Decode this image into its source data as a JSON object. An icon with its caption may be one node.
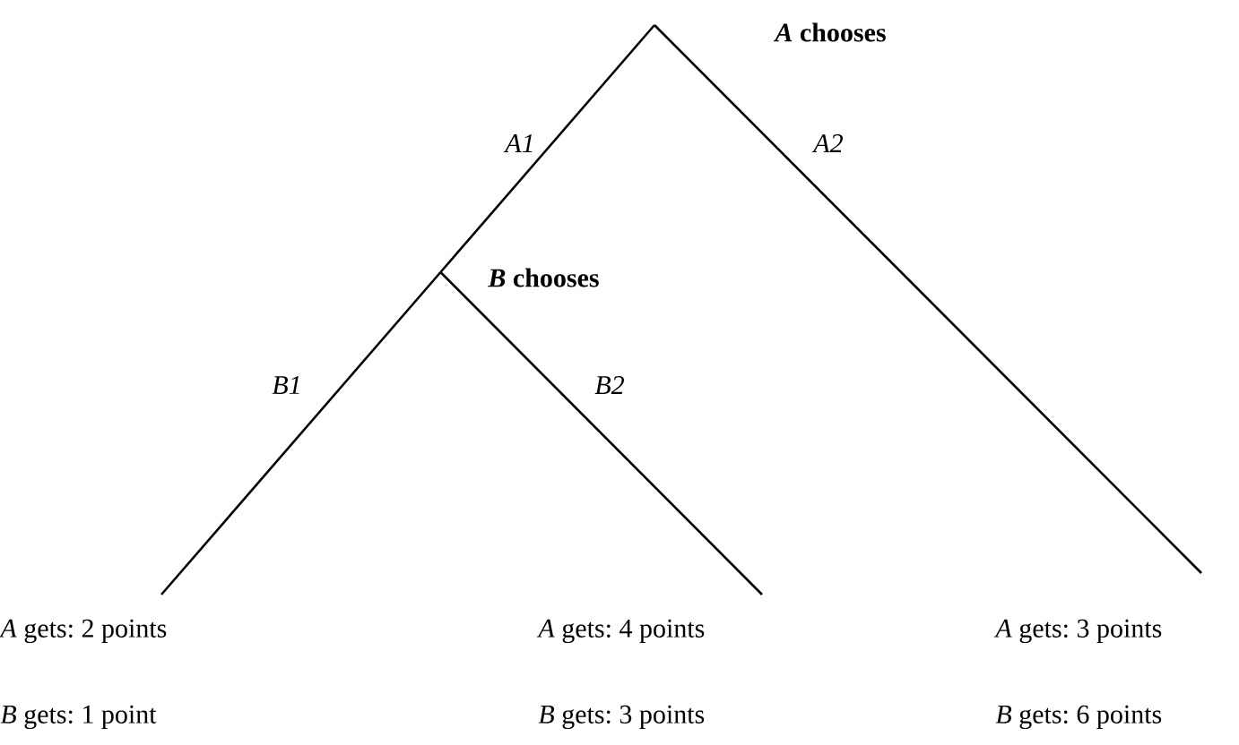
{
  "diagram": {
    "nodes": [
      {
        "text": [
          "*A* chooses"
        ]
      },
      {
        "text": [
          "*B* chooses"
        ]
      },
      {
        "text": [
          "*A* gets: 2 points",
          "*B* gets: 1 point"
        ]
      },
      {
        "text": [
          "*A* gets: 4 points",
          "*B* gets: 3 points"
        ]
      },
      {
        "text": [
          "*A* gets: 3 points",
          "*B* gets: 6 points"
        ]
      }
    ],
    "edges": [
      {
        "from": 0,
        "to": 1,
        "arrow": "none",
        "label": "A1"
      },
      {
        "from": 0,
        "to": 4,
        "arrow": "none",
        "label": "A2"
      },
      {
        "from": 1,
        "to": 2,
        "arrow": "none",
        "label": "B1"
      },
      {
        "from": 1,
        "to": 3,
        "arrow": "none",
        "label": "B2"
      }
    ]
  }
}
